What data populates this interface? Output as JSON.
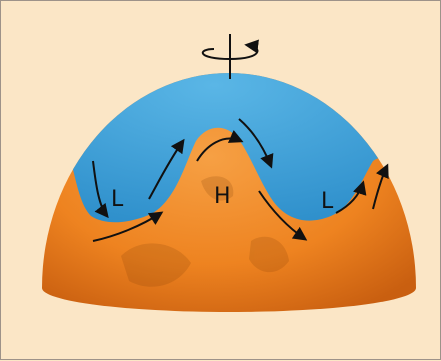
{
  "labels": {
    "low_left": "L",
    "high": "H",
    "low_right": "L"
  },
  "colors": {
    "background": "#fbe6c6",
    "cold_air": "#3aa3dc",
    "warm_air": "#f08a2a",
    "arrows": "#111111"
  }
}
